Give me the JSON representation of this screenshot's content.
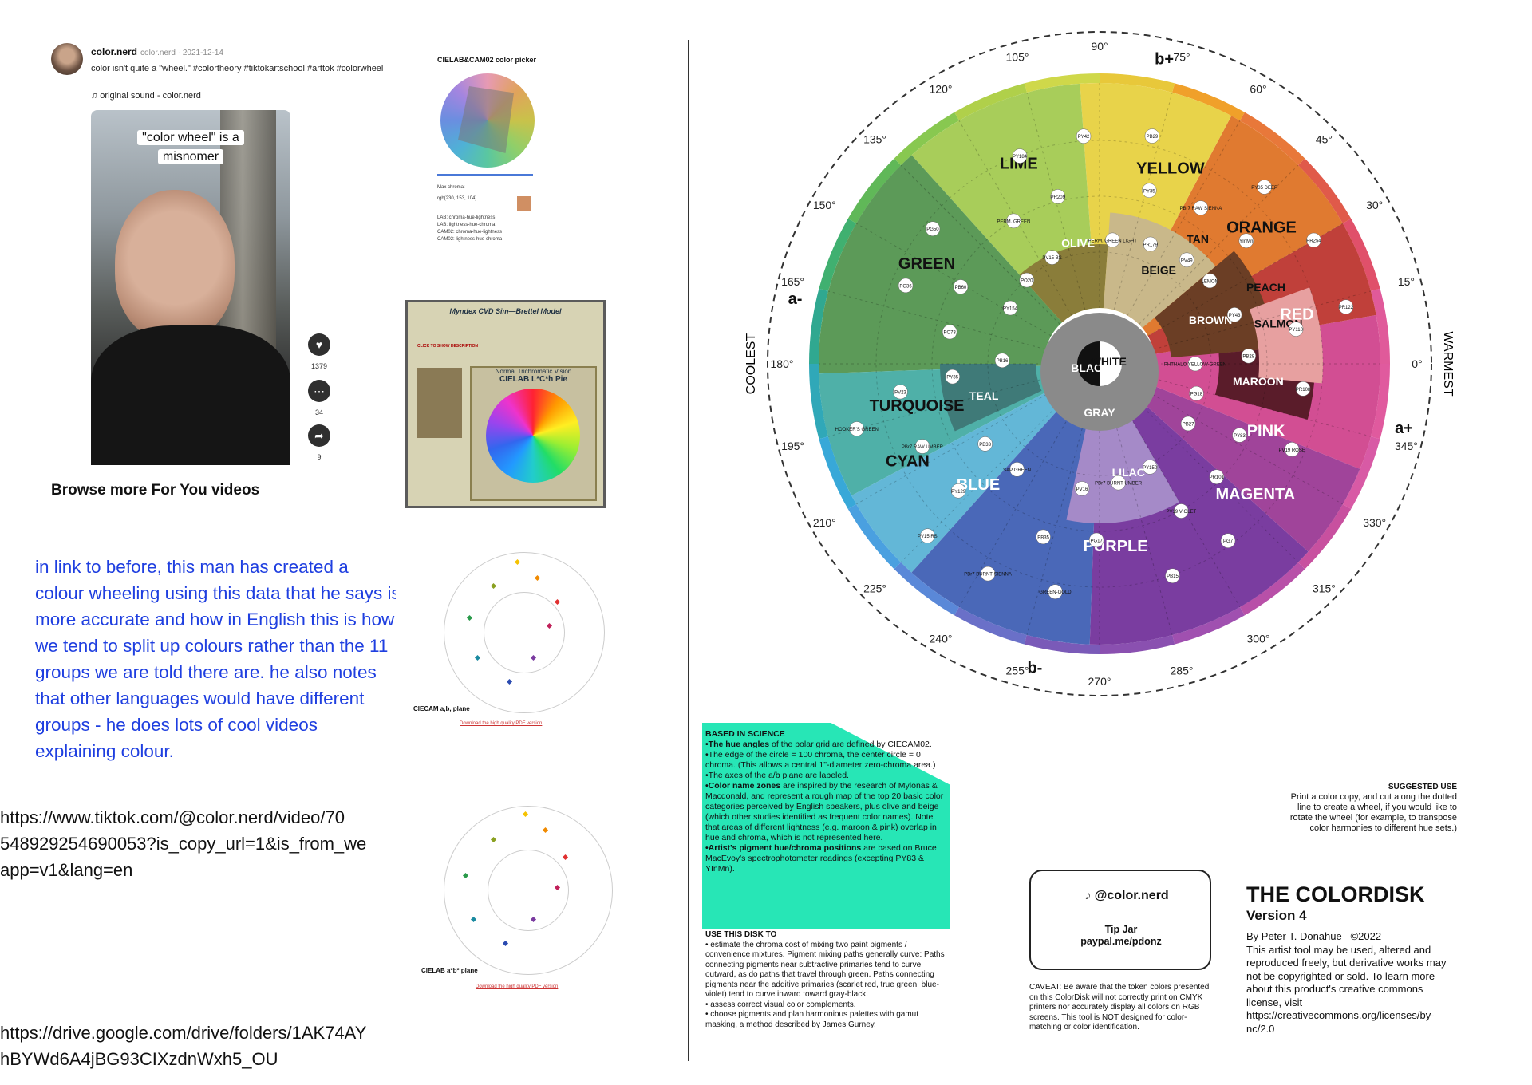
{
  "tiktok": {
    "username": "color.nerd",
    "meta": "color.nerd · 2021-12-14",
    "caption": "color isn't quite a \"wheel.\" #colortheory #tiktokartschool #arttok #colorwheel",
    "sound": "♫ original sound - color.nerd",
    "video_caption_1": "\"color wheel\" is a",
    "video_caption_2": "misnomer",
    "likes": "1379",
    "comments": "34",
    "shares": "9",
    "browse_more": "Browse more For You videos"
  },
  "note": "in link to before, this man has created a colour wheeling using this data that he says is more accurate and how in English this is how we tend to split up colours rather than the 11 groups we are told there are. he also notes that other languages would have different groups - he does lots of cool videos explaining colour.",
  "urls": {
    "tiktok_1": "https://www.tiktok.com/@color.nerd/video/70",
    "tiktok_2": "548929254690053?is_copy_url=1&is_from_we",
    "tiktok_3": "app=v1&lang=en",
    "drive_1": "https://drive.google.com/drive/folders/1AK74AY",
    "drive_2": "hBYWd6A4jBG93CIXzdnWxh5_OU"
  },
  "cielab": {
    "title": "CIELAB&CAM02 color picker",
    "max_chroma_label": "Max chroma:",
    "rgb": "rgb(230, 153, 104)",
    "opt1": "LAB: chroma-hue-lightness",
    "opt2": "LAB: lightness-hue-chroma",
    "opt3": "CAM02: chroma-hue-lightness",
    "opt4": "CAM02: lightness-hue-chroma"
  },
  "myndex": {
    "title": "Myndex CVD Sim—Brettel Model",
    "link": "CLICK TO SHOW DESCRIPTION",
    "pane_title": "Normal Trichromatic Vision",
    "pie_title": "CIELAB L*C*h Pie"
  },
  "plots": {
    "plot1_caption": "CIECAM a,b, plane",
    "plot1_link": "Download the high quality PDF version",
    "plot2_caption": "CIELAB a*b* plane",
    "plot2_link": "Download the high quality PDF version"
  },
  "disk": {
    "angles": [
      "0°",
      "15°",
      "30°",
      "45°",
      "60°",
      "75°",
      "90°",
      "105°",
      "120°",
      "135°",
      "150°",
      "165°",
      "180°",
      "195°",
      "210°",
      "225°",
      "240°",
      "255°",
      "270°",
      "285°",
      "300°",
      "315°",
      "330°",
      "345°"
    ],
    "axes": {
      "b_plus": "b+",
      "b_minus": "b-",
      "a_plus": "a+",
      "a_minus": "a-"
    },
    "side_left": "COOLEST",
    "side_right": "WARMEST",
    "zones": [
      "LIME",
      "YELLOW",
      "ORANGE",
      "RED",
      "PINK",
      "MAGENTA",
      "PURPLE",
      "BLUE",
      "CYAN",
      "TURQUOISE",
      "GREEN",
      "OLIVE",
      "BEIGE",
      "TAN",
      "BROWN",
      "SALMON",
      "PEACH",
      "MAROON",
      "LILAC",
      "TEAL",
      "GRAY",
      "BLACK",
      "WHITE"
    ],
    "pigments": [
      "PHTHALO YELLOW-GREEN",
      "LEMON",
      "PY35",
      "PY184",
      "PY154",
      "PY35",
      "PY129",
      "GREEN-GOLD",
      "PY150",
      "PY83",
      "PY110",
      "PY35 DEEP",
      "PERM. GREEN LIGHT",
      "PERM. GREEN",
      "PG36",
      "HOOKER'S GREEN",
      "SAP GREEN",
      "PG17",
      "PG7",
      "PG18",
      "PY43",
      "PBr7 RAW SIENNA",
      "PY42",
      "PO20",
      "PO73",
      "PBr7 RAW UMBER",
      "PBr7 BURNT SIENNA",
      "PBr7 BURNT UMBER",
      "PR101",
      "PR108",
      "PR254",
      "PR179",
      "PR209",
      "PG50",
      "PB16",
      "PB33",
      "PB35",
      "PB15",
      "PB27",
      "PB28",
      "YInMn",
      "PB29",
      "PV15 BS",
      "PB60",
      "PV23",
      "PV15 RS",
      "PV16",
      "PV19 VIOLET",
      "PV19 ROSE",
      "PR122",
      "PV49"
    ]
  },
  "info": {
    "title": "BASED IN SCIENCE",
    "b1_bold": "•The hue angles",
    "b1": "of the polar grid are defined by CIECAM02.",
    "b2": "•The edge of the circle = 100 chroma, the center circle = 0 chroma. (This allows a central 1\"-diameter zero-chroma area.)",
    "b3": "•The axes of the a/b plane are labeled.",
    "b4_bold": "•Color name zones",
    "b4": "are inspired by the research of Mylonas & Macdonald, and represent a rough map of the top 20 basic color categories perceived by English speakers, plus olive and beige (which other studies identified as frequent color names). Note that areas of different lightness (e.g. maroon & pink) overlap in hue and chroma, which is not represented here.",
    "b5_bold": "•Artist's pigment hue/chroma positions",
    "b5": "are based on Bruce MacEvoy's spectrophotometer readings (excepting PY83 & YInMn)."
  },
  "use": {
    "title": "USE THIS DISK TO",
    "l1": "• estimate the chroma cost of mixing two paint pigments / convenience mixtures. Pigment mixing paths generally curve: Paths connecting pigments near subtractive primaries tend to curve outward, as do paths that travel through green. Paths connecting pigments near the additive primaries (scarlet red, true green, blue-violet) tend to curve inward toward gray-black.",
    "l2": "• assess correct visual color complements.",
    "l3": "• choose pigments and plan harmonious palettes with gamut masking, a method described by James Gurney."
  },
  "tip": {
    "handle": "@color.nerd",
    "jar": "Tip Jar",
    "link": "paypal.me/pdonz",
    "caveat": "CAVEAT: Be aware that the token colors presented on this ColorDisk will not correctly print on CMYK printers nor accurately display all colors on RGB screens. This tool is NOT designed for color-matching or color identification."
  },
  "suggest": {
    "title": "SUGGESTED USE",
    "text": "Print a color copy, and cut along the dotted line to create a wheel, if you would like to rotate the wheel (for example, to transpose color harmonies to different hue sets.)"
  },
  "colordisk": {
    "title": "THE COLORDISK",
    "version": "Version 4",
    "by": "By Peter T. Donahue –©2022",
    "license": "This artist tool may be used, altered and reproduced freely, but derivative works may not be copyrighted or sold. To learn more about this product's creative commons license, visit https://creativecommons.org/licenses/by-nc/2.0"
  }
}
